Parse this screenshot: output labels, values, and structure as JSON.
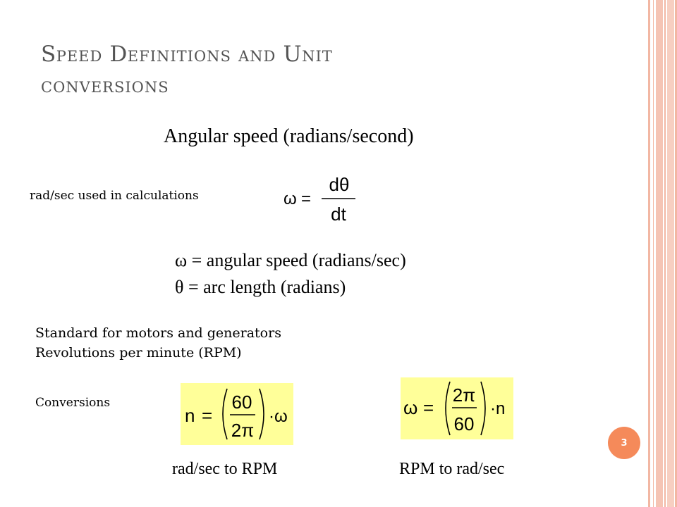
{
  "slide": {
    "title_line1": {
      "w1_cap": "S",
      "w1_rest": "PEED",
      "w2_cap": "D",
      "w2_rest": "EFINITIONS",
      "w3": "AND",
      "w4_cap": "U",
      "w4_rest": "NIT"
    },
    "title_line2": "CONVERSIONS",
    "heading": "Angular speed (radians/second)",
    "calc_note": "rad/sec used in calculations",
    "omega_def": "ω = angular speed (radians/sec)",
    "theta_def": "θ = arc length (radians)",
    "motors_line": "Standard for motors and generators",
    "rpm_line": "Revolutions per minute (RPM)",
    "conversions_label": "Conversions",
    "caption_left": "rad/sec to RPM",
    "caption_right": "RPM to rad/sec",
    "page_number": "3"
  },
  "formulas": {
    "omega_def_eq": {
      "lhs": "ω",
      "eq": "=",
      "num": "dθ",
      "den": "dt"
    },
    "rad_to_rpm": {
      "lhs": "n",
      "eq": "=",
      "num": "60",
      "den": "2π",
      "mult": "·ω"
    },
    "rpm_to_rad": {
      "lhs": "ω",
      "eq": "=",
      "num": "2π",
      "den": "60",
      "mult": "·n"
    }
  },
  "colors": {
    "title": "#545454",
    "highlight": "#ffff99",
    "accent": "#f58a5a",
    "stripe": "#f2b7a3"
  }
}
